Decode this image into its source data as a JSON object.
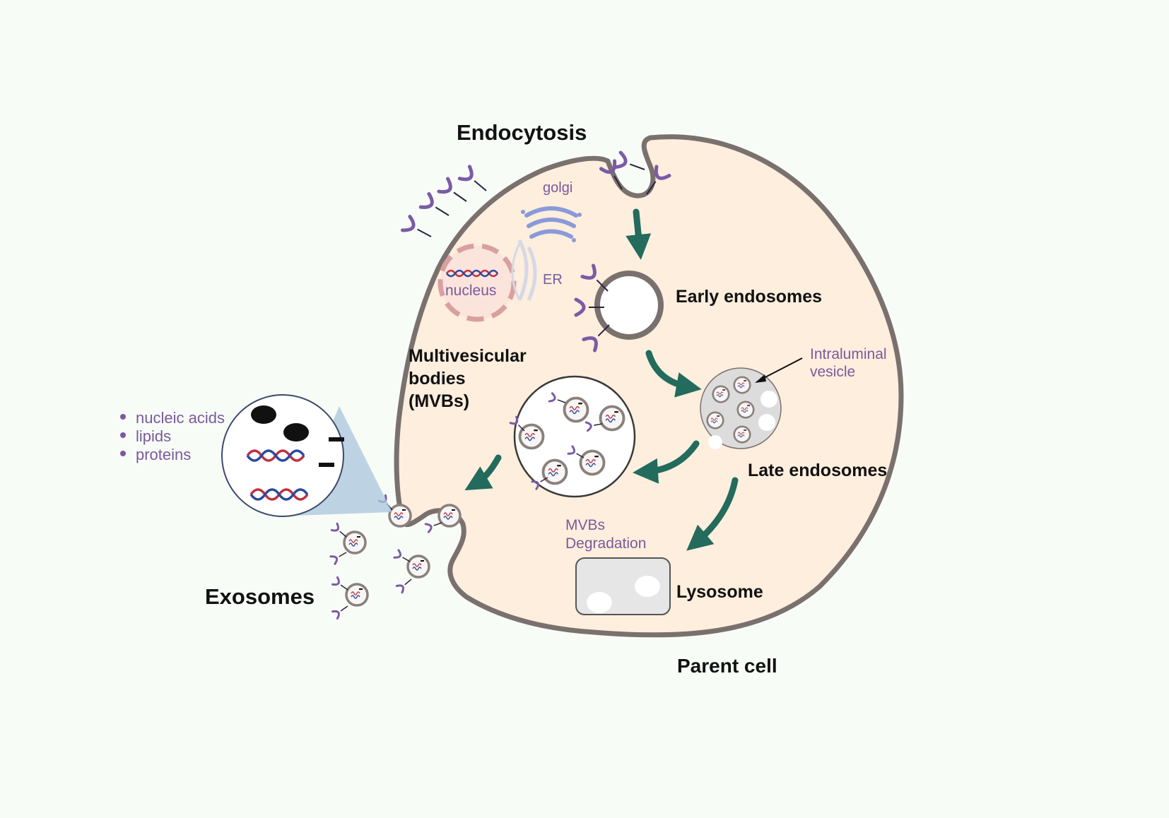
{
  "labels": {
    "endocytosis": "Endocytosis",
    "golgi": "golgi",
    "er": "ER",
    "nucleus": "nucleus",
    "early_endosomes": "Early endosomes",
    "mvb_line1": "Multivesicular",
    "mvb_line2": "bodies",
    "mvb_line3": "(MVBs)",
    "intraluminal_line1": "Intraluminal",
    "intraluminal_line2": "vesicle",
    "late_endosomes": "Late endosomes",
    "mvb_degradation_line1": "MVBs",
    "mvb_degradation_line2": "Degradation",
    "lysosome": "Lysosome",
    "parent_cell": "Parent cell",
    "exosomes": "Exosomes"
  },
  "cargo_list": [
    "nucleic acids",
    "lipids",
    "proteins"
  ],
  "colors": {
    "background": "#f7fcf7",
    "cell_fill": "#fdeedd",
    "membrane": "#7a716e",
    "arrow": "#236b5c",
    "receptor": "#7b5aa6",
    "label_purple": "#7b5a9c",
    "nucleus": "#d9a0a0",
    "golgi": "#8a9ad8"
  }
}
